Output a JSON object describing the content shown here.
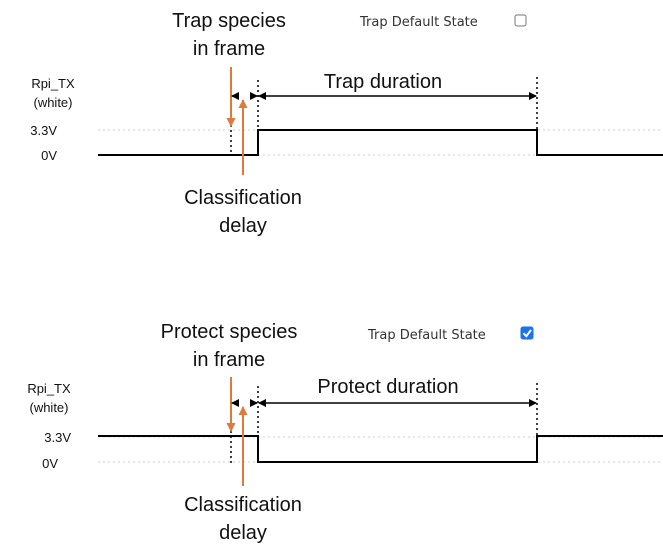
{
  "panels": [
    {
      "event_label_line1": "Trap species",
      "event_label_line2": "in frame",
      "checkbox_label": "Trap Default State",
      "checkbox_checked": false,
      "signal_name_line1": "Rpi_TX",
      "signal_name_line2": "(white)",
      "level_high": "3.3V",
      "level_low": "0V",
      "duration_label": "Trap duration",
      "delay_label_line1": "Classification",
      "delay_label_line2": "delay"
    },
    {
      "event_label_line1": "Protect species",
      "event_label_line2": "in frame",
      "checkbox_label": "Trap Default State",
      "checkbox_checked": true,
      "signal_name_line1": "Rpi_TX",
      "signal_name_line2": "(white)",
      "level_high": "3.3V",
      "level_low": "0V",
      "duration_label": "Protect duration",
      "delay_label_line1": "Classification",
      "delay_label_line2": "delay"
    }
  ],
  "colors": {
    "arrow": "#e07a3c",
    "checkbox_checked": "#1a73e8"
  }
}
